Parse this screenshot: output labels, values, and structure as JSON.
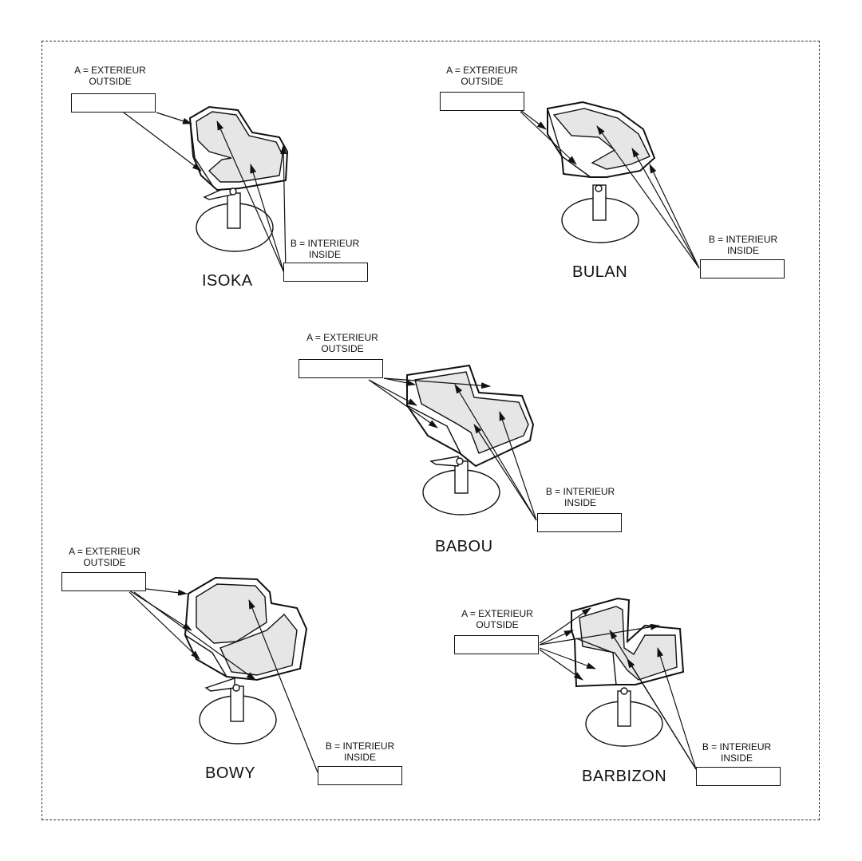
{
  "chairs": [
    {
      "id": "isoka",
      "name": "ISOKA",
      "exterior": {
        "label_1": "A = EXTERIEUR",
        "label_2": "OUTSIDE",
        "value": ""
      },
      "interior": {
        "label_1": "B = INTERIEUR",
        "label_2": "INSIDE",
        "value": ""
      }
    },
    {
      "id": "bulan",
      "name": "BULAN",
      "exterior": {
        "label_1": "A = EXTERIEUR",
        "label_2": "OUTSIDE",
        "value": ""
      },
      "interior": {
        "label_1": "B = INTERIEUR",
        "label_2": "INSIDE",
        "value": ""
      }
    },
    {
      "id": "babou",
      "name": "BABOU",
      "exterior": {
        "label_1": "A = EXTERIEUR",
        "label_2": "OUTSIDE",
        "value": ""
      },
      "interior": {
        "label_1": "B = INTERIEUR",
        "label_2": "INSIDE",
        "value": ""
      }
    },
    {
      "id": "bowy",
      "name": "BOWY",
      "exterior": {
        "label_1": "A = EXTERIEUR",
        "label_2": "OUTSIDE",
        "value": ""
      },
      "interior": {
        "label_1": "B = INTERIEUR",
        "label_2": "INSIDE",
        "value": ""
      }
    },
    {
      "id": "barbizon",
      "name": "BARBIZON",
      "exterior": {
        "label_1": "A = EXTERIEUR",
        "label_2": "OUTSIDE",
        "value": ""
      },
      "interior": {
        "label_1": "B = INTERIEUR",
        "label_2": "INSIDE",
        "value": ""
      }
    }
  ],
  "colors": {
    "line": "#111111",
    "fill_inside": "#e6e6e6"
  }
}
